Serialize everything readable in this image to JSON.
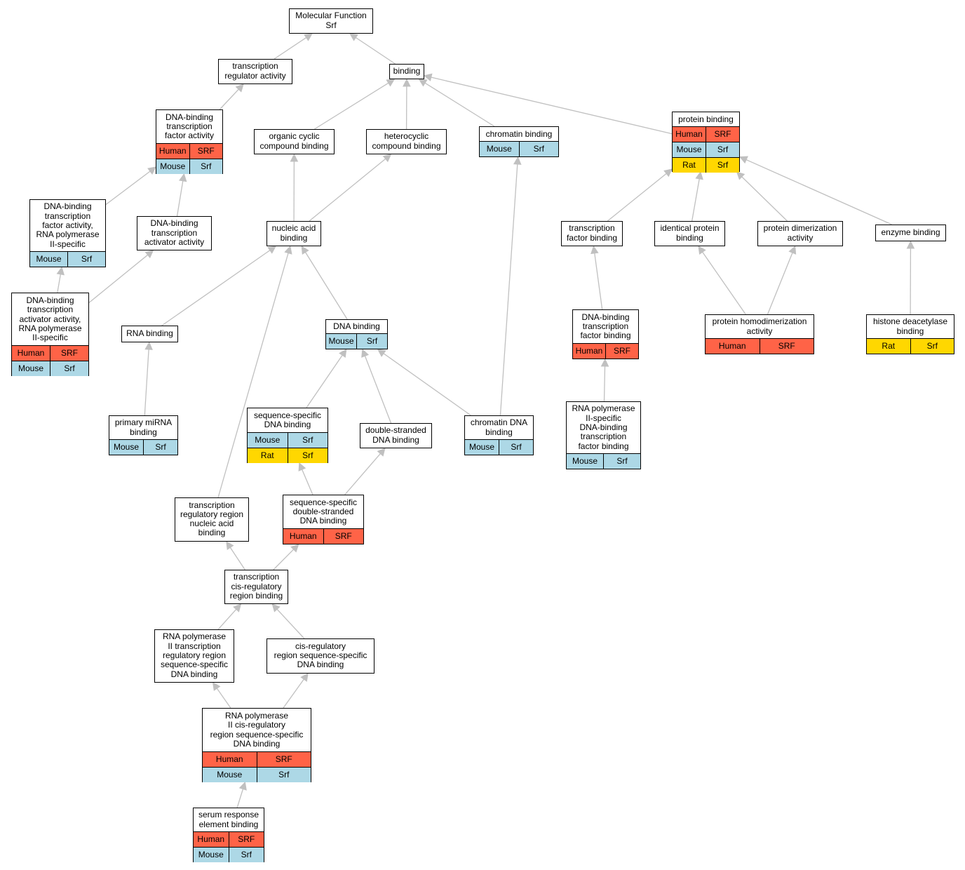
{
  "colors": {
    "Human": "#ff6347",
    "Mouse": "#add8e6",
    "Rat": "#ffd700",
    "edge": "#c0c0c0"
  },
  "nodes": [
    {
      "id": "mf",
      "label": "Molecular Function\nSrf",
      "rows": []
    },
    {
      "id": "tra",
      "label": "transcription\nregulator activity",
      "rows": []
    },
    {
      "id": "binding",
      "label": "binding",
      "rows": []
    },
    {
      "id": "dbtf",
      "label": "DNA-binding\ntranscription\nfactor activity",
      "rows": [
        [
          "Human",
          "SRF"
        ],
        [
          "Mouse",
          "Srf"
        ]
      ]
    },
    {
      "id": "occb",
      "label": "organic cyclic\ncompound binding",
      "rows": []
    },
    {
      "id": "hcb",
      "label": "heterocyclic\ncompound binding",
      "rows": []
    },
    {
      "id": "chromb",
      "label": "chromatin binding",
      "rows": [
        [
          "Mouse",
          "Srf"
        ]
      ]
    },
    {
      "id": "protb",
      "label": "protein binding",
      "rows": [
        [
          "Human",
          "SRF"
        ],
        [
          "Mouse",
          "Srf"
        ],
        [
          "Rat",
          "Srf"
        ]
      ]
    },
    {
      "id": "dbtfpol2",
      "label": "DNA-binding\ntranscription\nfactor activity,\nRNA polymerase\nII-specific",
      "rows": [
        [
          "Mouse",
          "Srf"
        ]
      ]
    },
    {
      "id": "dbtaa",
      "label": "DNA-binding\ntranscription\nactivator activity",
      "rows": []
    },
    {
      "id": "nab",
      "label": "nucleic acid\nbinding",
      "rows": []
    },
    {
      "id": "tfb",
      "label": "transcription\nfactor binding",
      "rows": []
    },
    {
      "id": "idpb",
      "label": "identical protein\nbinding",
      "rows": []
    },
    {
      "id": "pdim",
      "label": "protein dimerization\nactivity",
      "rows": []
    },
    {
      "id": "enzb",
      "label": "enzyme binding",
      "rows": []
    },
    {
      "id": "dbtaapol2",
      "label": "DNA-binding\ntranscription\nactivator activity,\nRNA polymerase\nII-specific",
      "rows": [
        [
          "Human",
          "SRF"
        ],
        [
          "Mouse",
          "Srf"
        ]
      ]
    },
    {
      "id": "rnab",
      "label": "RNA binding",
      "rows": []
    },
    {
      "id": "dnab",
      "label": "DNA binding",
      "rows": [
        [
          "Mouse",
          "Srf"
        ]
      ]
    },
    {
      "id": "dbtfb",
      "label": "DNA-binding\ntranscription\nfactor binding",
      "rows": [
        [
          "Human",
          "SRF"
        ]
      ]
    },
    {
      "id": "phd",
      "label": "protein homodimerization\nactivity",
      "rows": [
        [
          "Human",
          "SRF"
        ]
      ]
    },
    {
      "id": "hdb",
      "label": "histone deacetylase\nbinding",
      "rows": [
        [
          "Rat",
          "Srf"
        ]
      ]
    },
    {
      "id": "pmirna",
      "label": "primary miRNA\nbinding",
      "rows": [
        [
          "Mouse",
          "Srf"
        ]
      ]
    },
    {
      "id": "ssdb",
      "label": "sequence-specific\nDNA binding",
      "rows": [
        [
          "Mouse",
          "Srf"
        ],
        [
          "Rat",
          "Srf"
        ]
      ]
    },
    {
      "id": "dsdb",
      "label": "double-stranded\nDNA binding",
      "rows": []
    },
    {
      "id": "chromdna",
      "label": "chromatin DNA\nbinding",
      "rows": [
        [
          "Mouse",
          "Srf"
        ]
      ]
    },
    {
      "id": "pol2dbtfb",
      "label": "RNA polymerase\nII-specific\nDNA-binding\ntranscription\nfactor binding",
      "rows": [
        [
          "Mouse",
          "Srf"
        ]
      ]
    },
    {
      "id": "trrnab",
      "label": "transcription\nregulatory region\nnucleic acid\nbinding",
      "rows": []
    },
    {
      "id": "ssdsdb",
      "label": "sequence-specific\ndouble-stranded\nDNA binding",
      "rows": [
        [
          "Human",
          "SRF"
        ]
      ]
    },
    {
      "id": "tcrrb",
      "label": "transcription\ncis-regulatory\nregion binding",
      "rows": []
    },
    {
      "id": "pol2trr",
      "label": "RNA polymerase\nII transcription\nregulatory region\nsequence-specific\nDNA binding",
      "rows": []
    },
    {
      "id": "crrssdb",
      "label": "cis-regulatory\nregion sequence-specific\nDNA binding",
      "rows": []
    },
    {
      "id": "pol2crr",
      "label": "RNA polymerase\nII cis-regulatory\nregion sequence-specific\nDNA binding",
      "rows": [
        [
          "Human",
          "SRF"
        ],
        [
          "Mouse",
          "Srf"
        ]
      ]
    },
    {
      "id": "sreb",
      "label": "serum response\nelement binding",
      "rows": [
        [
          "Human",
          "SRF"
        ],
        [
          "Mouse",
          "Srf"
        ]
      ]
    }
  ],
  "edges": [
    [
      "tra",
      "mf"
    ],
    [
      "binding",
      "mf"
    ],
    [
      "dbtf",
      "tra"
    ],
    [
      "occb",
      "binding"
    ],
    [
      "hcb",
      "binding"
    ],
    [
      "chromb",
      "binding"
    ],
    [
      "protb",
      "binding"
    ],
    [
      "dbtfpol2",
      "dbtf"
    ],
    [
      "dbtaa",
      "dbtf"
    ],
    [
      "nab",
      "occb"
    ],
    [
      "nab",
      "hcb"
    ],
    [
      "tfb",
      "protb"
    ],
    [
      "idpb",
      "protb"
    ],
    [
      "pdim",
      "protb"
    ],
    [
      "enzb",
      "protb"
    ],
    [
      "dbtaapol2",
      "dbtfpol2"
    ],
    [
      "dbtaapol2",
      "dbtaa"
    ],
    [
      "rnab",
      "nab"
    ],
    [
      "dnab",
      "nab"
    ],
    [
      "trrnab",
      "nab"
    ],
    [
      "dbtfb",
      "tfb"
    ],
    [
      "phd",
      "idpb"
    ],
    [
      "phd",
      "pdim"
    ],
    [
      "hdb",
      "enzb"
    ],
    [
      "pmirna",
      "rnab"
    ],
    [
      "ssdb",
      "dnab"
    ],
    [
      "dsdb",
      "dnab"
    ],
    [
      "chromdna",
      "dnab"
    ],
    [
      "chromdna",
      "chromb"
    ],
    [
      "pol2dbtfb",
      "dbtfb"
    ],
    [
      "ssdsdb",
      "ssdb"
    ],
    [
      "ssdsdb",
      "dsdb"
    ],
    [
      "tcrrb",
      "trrnab"
    ],
    [
      "tcrrb",
      "ssdsdb"
    ],
    [
      "pol2trr",
      "tcrrb"
    ],
    [
      "crrssdb",
      "tcrrb"
    ],
    [
      "pol2crr",
      "pol2trr"
    ],
    [
      "pol2crr",
      "crrssdb"
    ],
    [
      "sreb",
      "pol2crr"
    ]
  ]
}
